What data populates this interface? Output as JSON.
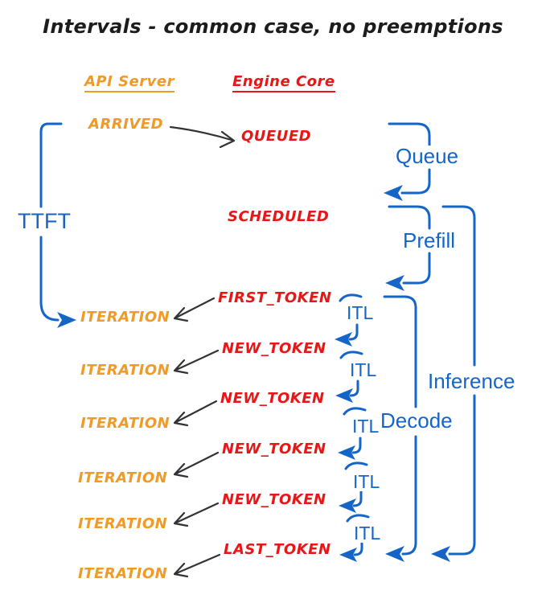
{
  "title": "Intervals - common case, no preemptions",
  "columns": {
    "api_server": "API Server",
    "engine_core": "Engine Core"
  },
  "api_events": {
    "arrived": "ARRIVED",
    "iterations": [
      "ITERATION",
      "ITERATION",
      "ITERATION",
      "ITERATION",
      "ITERATION",
      "ITERATION"
    ]
  },
  "engine_events": {
    "queued": "QUEUED",
    "scheduled": "SCHEDULED",
    "first_token": "FIRST_TOKEN",
    "new_tokens": [
      "NEW_TOKEN",
      "NEW_TOKEN",
      "NEW_TOKEN",
      "NEW_TOKEN"
    ],
    "last_token": "LAST_TOKEN"
  },
  "intervals": {
    "ttft": "TTFT",
    "queue": "Queue",
    "prefill": "Prefill",
    "decode": "Decode",
    "inference": "Inference",
    "itl": [
      "ITL",
      "ITL",
      "ITL",
      "ITL",
      "ITL"
    ]
  },
  "colors": {
    "api_server_orange": "#F09A27",
    "engine_core_red": "#E81717",
    "interval_blue": "#1565C8",
    "arrow_black": "#333333",
    "background": "#FFFFFF"
  }
}
